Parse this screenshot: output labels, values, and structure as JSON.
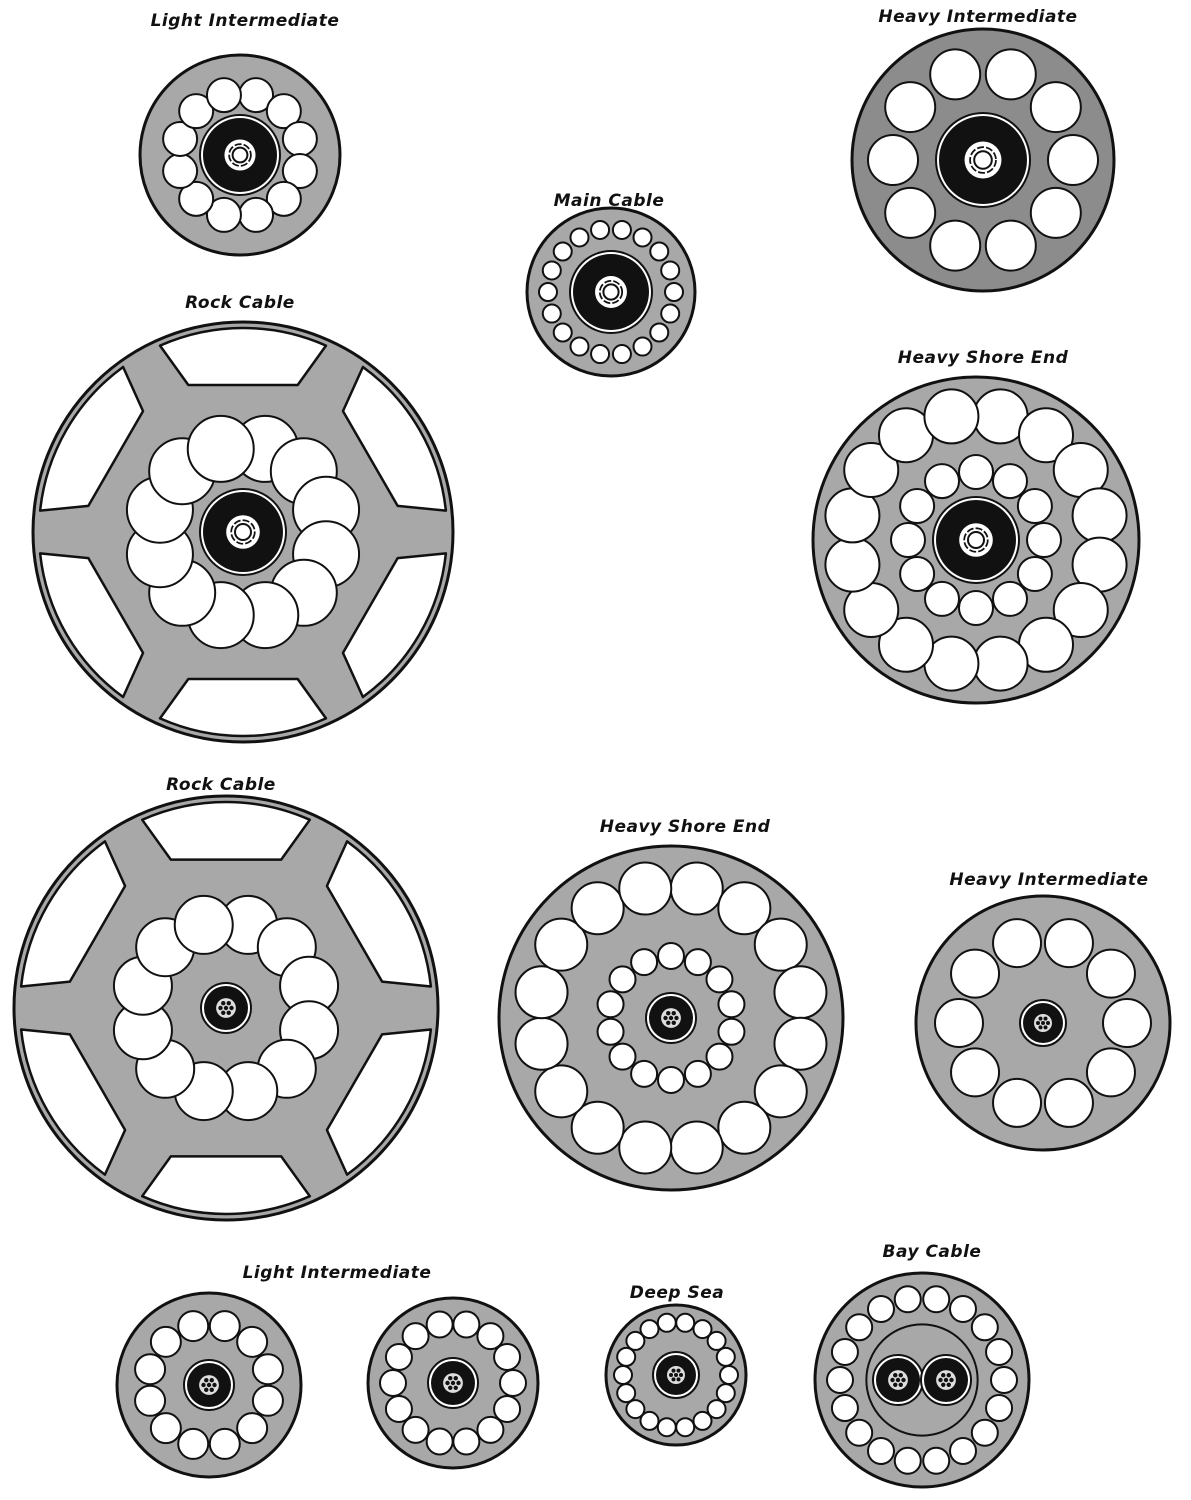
{
  "colors": {
    "ink": "#111111",
    "sheath": "#a8a8a8",
    "sheath_dark": "#8c8c8c",
    "wire": "#ffffff"
  },
  "cables": [
    {
      "id": "light-intermediate-top",
      "label": "Light Intermediate",
      "wires": 12,
      "core": "tube"
    },
    {
      "id": "main-cable",
      "label": "Main Cable",
      "wires": 18,
      "core": "tube"
    },
    {
      "id": "heavy-intermediate-top",
      "label": "Heavy Intermediate",
      "wires": 10,
      "core": "tube"
    },
    {
      "id": "rock-cable-top",
      "label": "Rock Cable",
      "wires": 12,
      "slabs": 6,
      "core": "tube"
    },
    {
      "id": "heavy-shore-end-top",
      "label": "Heavy Shore End",
      "wires": 16,
      "inner_wires": 12,
      "core": "tube"
    },
    {
      "id": "rock-cable-bottom",
      "label": "Rock Cable",
      "wires": 12,
      "slabs": 6,
      "core": "strand"
    },
    {
      "id": "heavy-shore-end-bottom",
      "label": "Heavy Shore End",
      "wires": 16,
      "inner_wires": 14,
      "core": "strand"
    },
    {
      "id": "heavy-intermediate-bottom",
      "label": "Heavy Intermediate",
      "wires": 10,
      "core": "strand"
    },
    {
      "id": "light-intermediate-bottom-a",
      "label": "Light Intermediate",
      "wires": 12,
      "core": "strand"
    },
    {
      "id": "light-intermediate-bottom-b",
      "label": "",
      "wires": 14,
      "core": "strand"
    },
    {
      "id": "deep-sea",
      "label": "Deep Sea",
      "wires": 18,
      "core": "strand"
    },
    {
      "id": "bay-cable",
      "label": "Bay Cable",
      "wires": 18,
      "core": "twin"
    }
  ]
}
